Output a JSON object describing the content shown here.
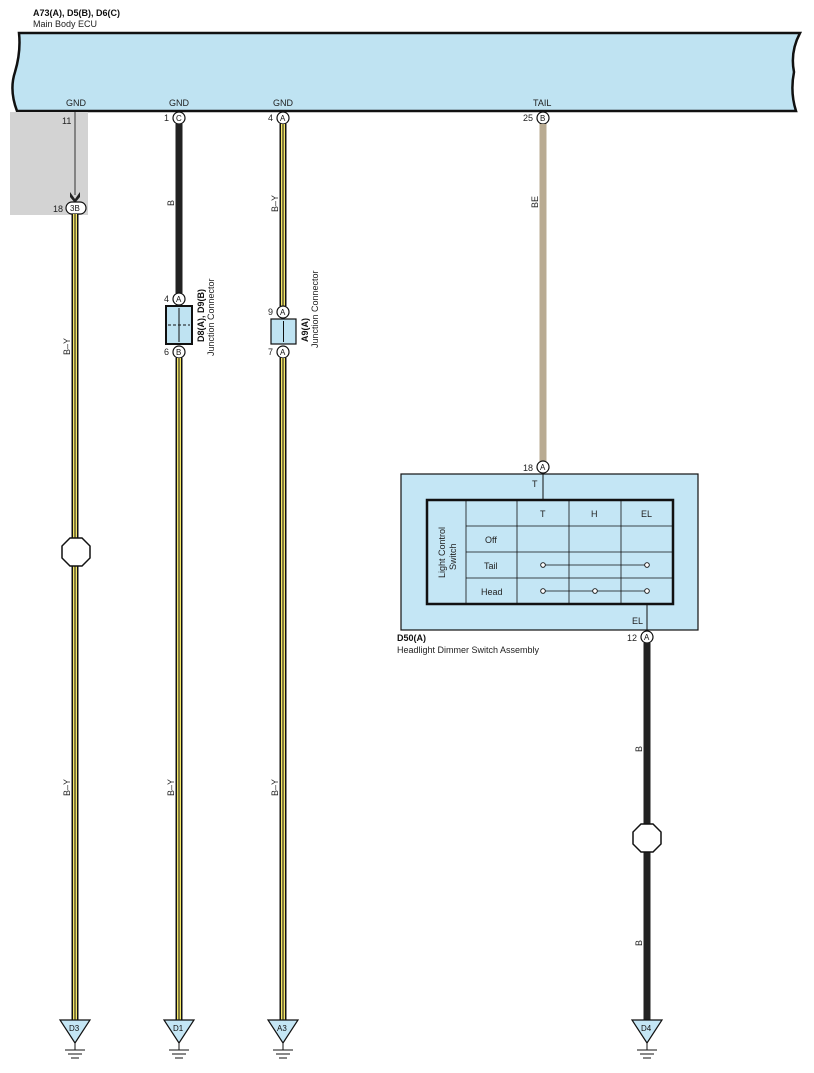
{
  "ecu": {
    "title": "A73(A), D5(B), D6(C)",
    "name": "Main Body ECU",
    "terminals": [
      {
        "label": "GND",
        "pin": "11",
        "connector": ""
      },
      {
        "label": "GND",
        "pin": "1",
        "connector": "C"
      },
      {
        "label": "GND",
        "pin": "4",
        "connector": "A"
      },
      {
        "label": "TAIL",
        "pin": "25",
        "connector": "B"
      }
    ]
  },
  "wires": {
    "w1": {
      "color_code": "B–Y",
      "color_code_lower": "B–Y",
      "top_pin": "18",
      "top_connector": "3B",
      "ground": "D3"
    },
    "w2": {
      "color_code_upper": "B",
      "color_code_lower": "B–Y",
      "ground": "D1"
    },
    "w3": {
      "color_code_upper": "B–Y",
      "color_code_lower": "B–Y",
      "ground": "A3"
    },
    "w4": {
      "color_code": "BE"
    },
    "w5": {
      "color_code_upper": "B",
      "color_code_lower": "B",
      "ground": "D4"
    }
  },
  "junction1": {
    "title": "D8(A), D9(B)",
    "name": "Junction Connector",
    "in_pin": "4",
    "in_connector": "A",
    "out_pin": "6",
    "out_connector": "B"
  },
  "junction2": {
    "title": "A9(A)",
    "name": "Junction Connector",
    "in_pin": "9",
    "in_connector": "A",
    "out_pin": "7",
    "out_connector": "A"
  },
  "switch": {
    "title": "D50(A)",
    "name": "Headlight Dimmer Switch Assembly",
    "in_pin": "18",
    "in_connector": "A",
    "in_terminal": "T",
    "out_pin": "12",
    "out_connector": "A",
    "out_terminal": "EL",
    "table_label_line1": "Light Control",
    "table_label_line2": "Switch",
    "columns": [
      "T",
      "H",
      "EL"
    ],
    "rows": [
      "Off",
      "Tail",
      "Head"
    ]
  },
  "colors": {
    "ecu_fill": "#bfe3f2",
    "switch_fill": "#c4e6f5",
    "wire_yellow": "#f5e86a",
    "wire_black": "#222222",
    "wire_beige": "#b9ab92",
    "shade": "#d3d3d3"
  }
}
